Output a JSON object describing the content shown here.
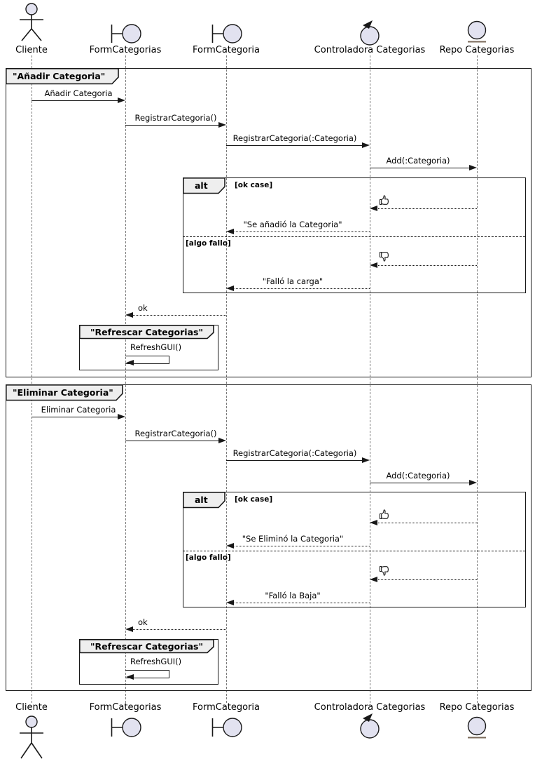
{
  "participants": [
    {
      "id": "cliente",
      "label": "Cliente",
      "type": "actor",
      "icon": "actor-icon"
    },
    {
      "id": "form-categorias",
      "label": "FormCategorias",
      "type": "boundary",
      "icon": "boundary-icon"
    },
    {
      "id": "form-categoria",
      "label": "FormCategoria",
      "type": "boundary",
      "icon": "boundary-icon"
    },
    {
      "id": "controladora-categorias",
      "label": "Controladora Categorias",
      "type": "control",
      "icon": "control-icon"
    },
    {
      "id": "repo-categorias",
      "label": "Repo Categorias",
      "type": "entity",
      "icon": "entity-icon"
    }
  ],
  "alt": {
    "keyword": "alt",
    "guard_ok": "[ok case]",
    "guard_fail": "[algo fallo]"
  },
  "refresh_frame": {
    "title": "\"Refrescar Categorias\""
  },
  "icons": {
    "ok_result": "thumbs-up-icon",
    "fail_result": "thumbs-down-icon"
  },
  "colors": {
    "participant_fill": "#E2E2F0",
    "stroke": "#181818",
    "frame_tab_fill": "#EEEEEE",
    "background": "#FFFFFF"
  },
  "sections": [
    {
      "title": "\"Añadir Categoria\"",
      "messages": {
        "m1": "Añadir Categoria",
        "m2": "RegistrarCategoria()",
        "m3": "RegistrarCategoria(:Categoria)",
        "m4": "Add(:Categoria)",
        "ok_reply": "\"Se añadió la Categoria\"",
        "fail_reply": "\"Falló la carga\"",
        "ok": "ok",
        "refresh": "RefreshGUI()"
      }
    },
    {
      "title": "\"Eliminar Categoria\"",
      "messages": {
        "m1": "Eliminar Categoria",
        "m2": "RegistrarCategoria()",
        "m3": "RegistrarCategoria(:Categoria)",
        "m4": "Add(:Categoria)",
        "ok_reply": "\"Se Eliminó la Categoria\"",
        "fail_reply": "\"Falló la Baja\"",
        "ok": "ok",
        "refresh": "RefreshGUI()"
      }
    }
  ]
}
